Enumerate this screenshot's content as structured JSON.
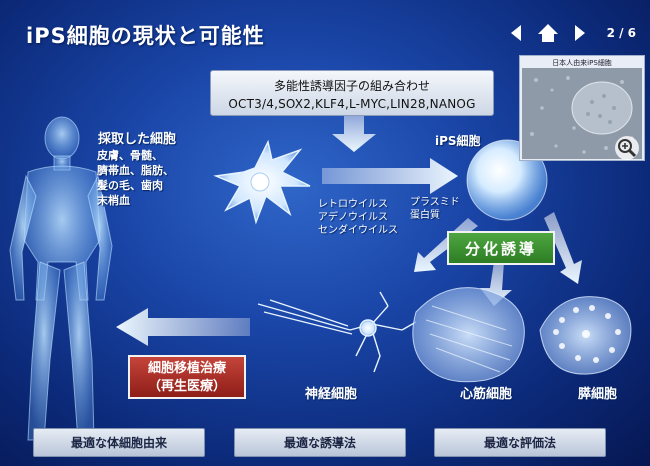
{
  "title": "iPS細胞の現状と可能性",
  "nav": {
    "page_indicator": "2 / 6"
  },
  "factors": {
    "line1": "多能性誘導因子の組み合わせ",
    "line2": "OCT3/4,SOX2,KLF4,L-MYC,LIN28,NANOG"
  },
  "thumbnail": {
    "caption": "日本人由来iPS細胞"
  },
  "labels": {
    "harvested_cells": "採取した細胞",
    "harvest_sources": [
      "皮膚、骨髄、",
      "臍帯血、脂肪、",
      "髪の毛、歯肉",
      "末梢血"
    ],
    "ips_cell": "iPS細胞",
    "vectors_viral": [
      "レトロウイルス",
      "アデノウイルス",
      "センダイウイルス"
    ],
    "vectors_nonviral": [
      "プラスミド",
      "蛋白質"
    ],
    "differentiation": "分化誘導",
    "therapy_line1": "細胞移植治療",
    "therapy_line2": "（再生医療）",
    "nerve_cell": "神経細胞",
    "heart_cell": "心筋細胞",
    "pancreas_cell": "膵細胞"
  },
  "bottom_buttons": {
    "somatic_origin": "最適な体細胞由来",
    "induction_method": "最適な誘導法",
    "evaluation_method": "最適な評価法"
  }
}
